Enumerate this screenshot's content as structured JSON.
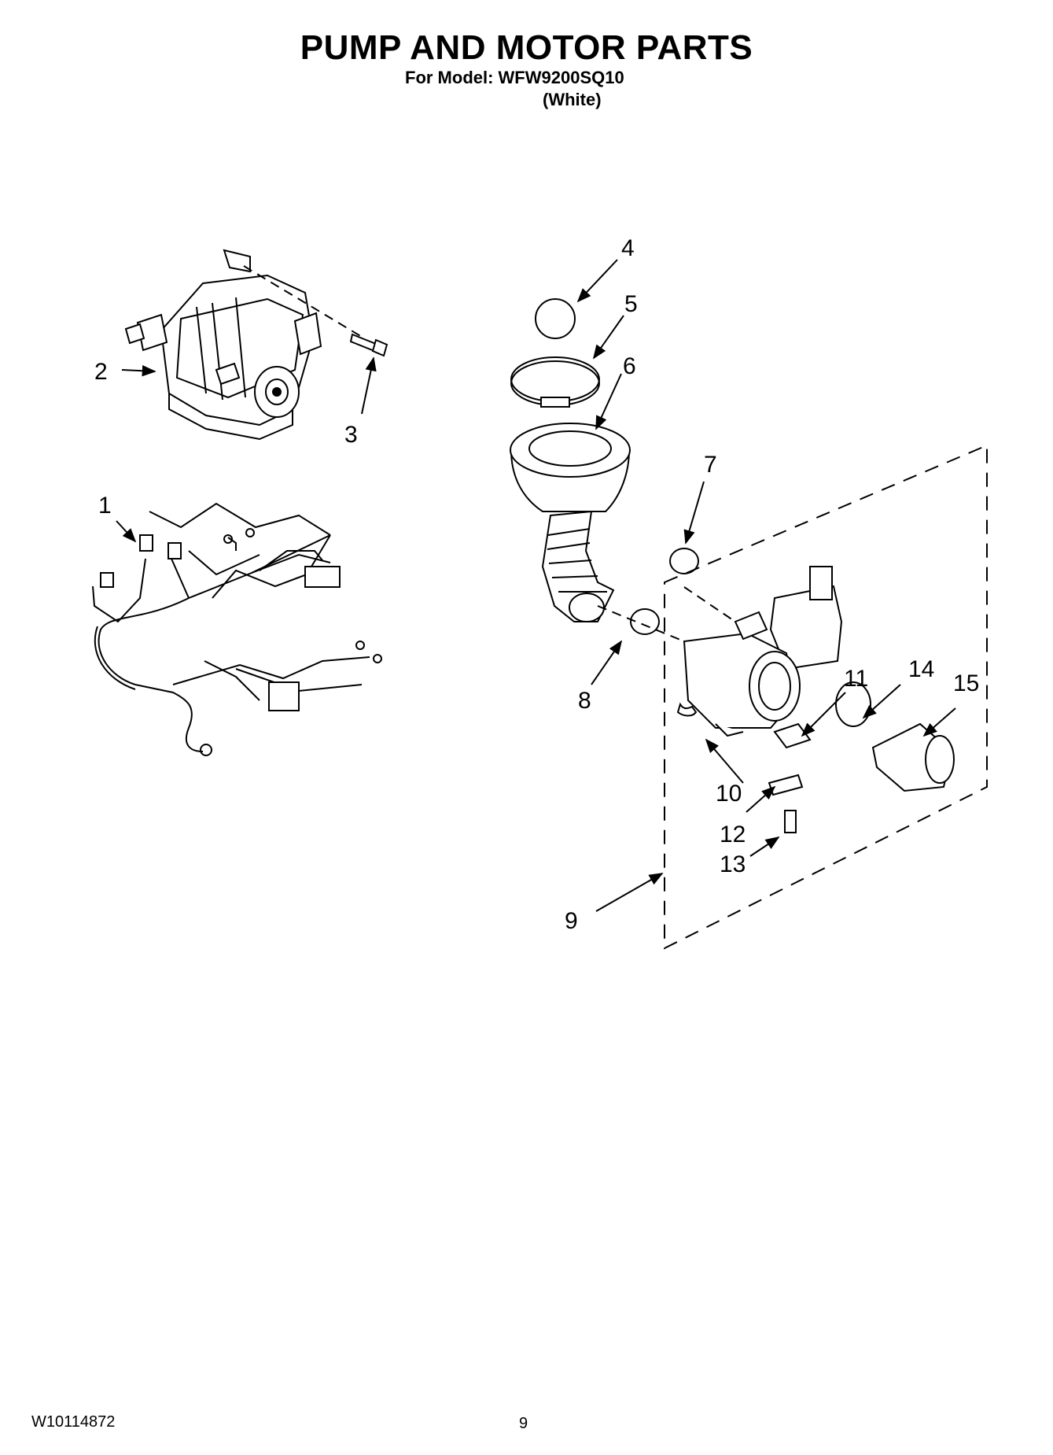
{
  "header": {
    "title": "PUMP AND MOTOR PARTS",
    "model_line": "For Model: WFW9200SQ10",
    "color_line": "(White)"
  },
  "callouts": [
    "1",
    "2",
    "3",
    "4",
    "5",
    "6",
    "7",
    "8",
    "9",
    "10",
    "11",
    "12",
    "13",
    "14",
    "15"
  ],
  "footer": {
    "doc_number": "W10114872",
    "page_number": "9"
  }
}
